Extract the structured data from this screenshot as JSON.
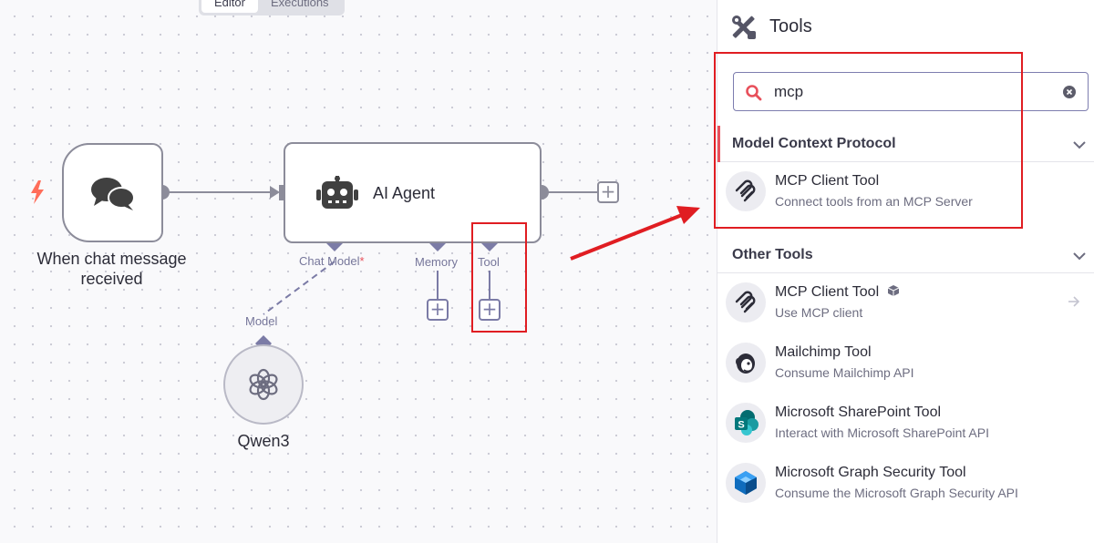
{
  "canvas": {
    "tabs": [
      "Editor",
      "Executions"
    ],
    "trigger_node": {
      "label": "When chat message received",
      "icon": "chat-bubbles-icon"
    },
    "agent_node": {
      "title": "AI Agent",
      "icon": "robot-icon"
    },
    "ports": {
      "chat_model": "Chat Model",
      "required_mark": "*",
      "memory": "Memory",
      "tool": "Tool"
    },
    "model_node": {
      "port_label": "Model",
      "label": "Qwen3",
      "icon": "openai-icon"
    }
  },
  "panel": {
    "title": "Tools",
    "search": {
      "value": "mcp"
    },
    "sections": [
      {
        "title": "Model Context Protocol",
        "items": [
          {
            "title": "MCP Client Tool",
            "desc": "Connect tools from an MCP Server",
            "icon": "mcp-icon"
          }
        ]
      },
      {
        "title": "Other Tools",
        "items": [
          {
            "title": "MCP Client Tool",
            "desc": "Use MCP client",
            "icon": "mcp-icon",
            "badge_icon": "cube-icon"
          },
          {
            "title": "Mailchimp Tool",
            "desc": "Consume Mailchimp API",
            "icon": "mailchimp-icon"
          },
          {
            "title": "Microsoft SharePoint Tool",
            "desc": "Interact with Microsoft SharePoint API",
            "icon": "sharepoint-icon"
          },
          {
            "title": "Microsoft Graph Security Tool",
            "desc": "Consume the Microsoft Graph Security API",
            "icon": "graph-security-icon"
          }
        ]
      }
    ]
  },
  "colors": {
    "accent": "#e8505b",
    "highlight_red": "#e01d22",
    "port": "#7b7ba6",
    "connection": "#8c8c9a"
  }
}
